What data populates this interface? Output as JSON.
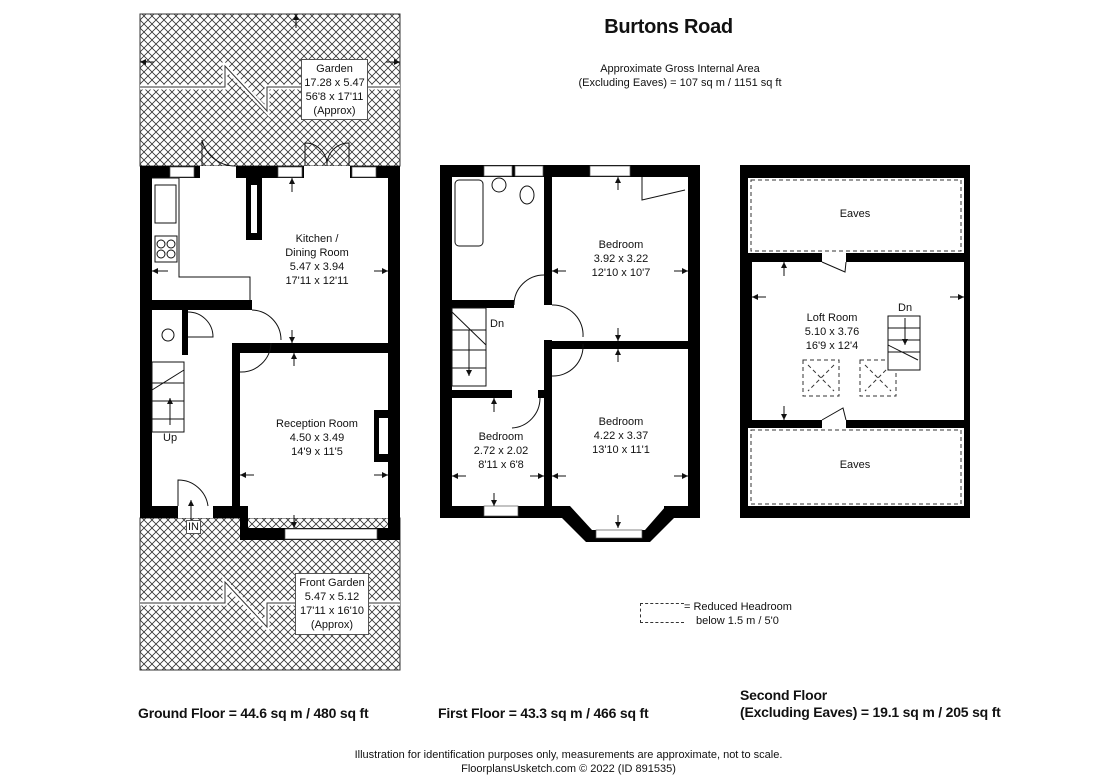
{
  "title": "Burtons Road",
  "gross_internal_area": {
    "line1": "Approximate Gross Internal Area",
    "line2": "(Excluding Eaves) = 107 sq m / 1151 sq ft"
  },
  "floors": {
    "ground": {
      "summary": "Ground Floor = 44.6 sq m / 480 sq ft",
      "rooms": [
        {
          "name": "Garden",
          "metric": "17.28 x 5.47",
          "imperial": "56'8 x 17'11",
          "note": "(Approx)"
        },
        {
          "name_line1": "Kitchen /",
          "name": "Dining Room",
          "metric": "5.47 x 3.94",
          "imperial": "17'11 x 12'11"
        },
        {
          "name": "Reception Room",
          "metric": "4.50 x 3.49",
          "imperial": "14'9 x 11'5"
        },
        {
          "name": "Front Garden",
          "metric": "5.47 x 5.12",
          "imperial": "17'11 x 16'10",
          "note": "(Approx)"
        }
      ],
      "stairs_label": "Up",
      "entrance_label": "IN"
    },
    "first": {
      "summary": "First Floor = 43.3 sq m / 466 sq ft",
      "rooms": [
        {
          "name": "Bedroom",
          "metric": "3.92 x 3.22",
          "imperial": "12'10 x 10'7"
        },
        {
          "name": "Bedroom",
          "metric": "2.72 x 2.02",
          "imperial": "8'11 x 6'8"
        },
        {
          "name": "Bedroom",
          "metric": "4.22 x 3.37",
          "imperial": "13'10 x 11'1"
        }
      ],
      "stairs_label": "Dn"
    },
    "second": {
      "summary_line1": "Second Floor",
      "summary_line2": "(Excluding Eaves) = 19.1 sq m / 205 sq ft",
      "rooms": [
        {
          "name": "Eaves"
        },
        {
          "name": "Loft Room",
          "metric": "5.10 x 3.76",
          "imperial": "16'9 x 12'4"
        },
        {
          "name": "Eaves"
        }
      ],
      "stairs_label": "Dn"
    }
  },
  "legend": {
    "line1": "= Reduced Headroom",
    "line2": "below 1.5 m / 5'0"
  },
  "footer": {
    "line1": "Illustration for identification purposes only, measurements are approximate, not to scale.",
    "line2": "FloorplansUsketch.com © 2022 (ID 891535)"
  }
}
